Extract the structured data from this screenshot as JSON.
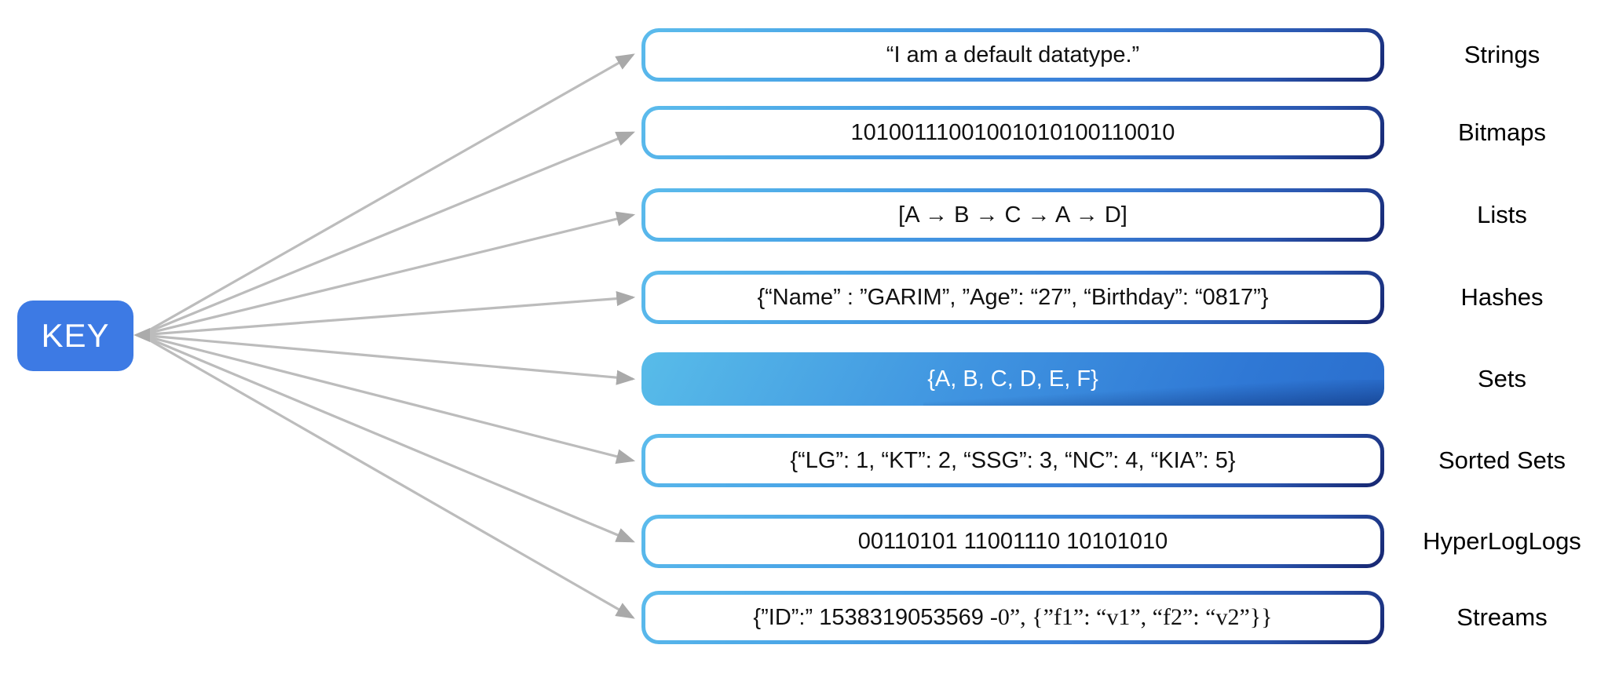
{
  "key_node": {
    "label": "KEY"
  },
  "rows": [
    {
      "label": "Strings",
      "value": "“I am a default datatype.”"
    },
    {
      "label": "Bitmaps",
      "value": "10100111001001010100110010"
    },
    {
      "label": "Lists",
      "value": "[A → B → C → A → D]"
    },
    {
      "label": "Hashes",
      "value": "{“Name” : ”GARIM”, ”Age”: “27”, “Birthday”: “0817”}"
    },
    {
      "label": "Sets",
      "value": "{A, B, C, D, E, F}",
      "highlighted": true
    },
    {
      "label": "Sorted Sets",
      "value": "{“LG”: 1, “KT”: 2, “SSG”: 3, “NC”: 4, “KIA”: 5}"
    },
    {
      "label": "HyperLogLogs",
      "value": "00110101 11001110 10101010"
    },
    {
      "label": "Streams",
      "value_sans": "{”ID”:” 1538319053569",
      "value_serif": "-0”,  {”f1”: “v1”, “f2”: “v2”}}"
    }
  ],
  "colors": {
    "key_fill": "#3d7ae4",
    "key_text": "#ffffff",
    "box_border_light": "#5cbcec",
    "box_border_dark": "#16246e",
    "box_fill": "#ffffff",
    "box_text": "#111111",
    "highlight_fill_light": "#58bce9",
    "highlight_fill_dark": "#2b6fce",
    "highlight_text": "#ffffff",
    "arrow": "#bcbcbc"
  }
}
